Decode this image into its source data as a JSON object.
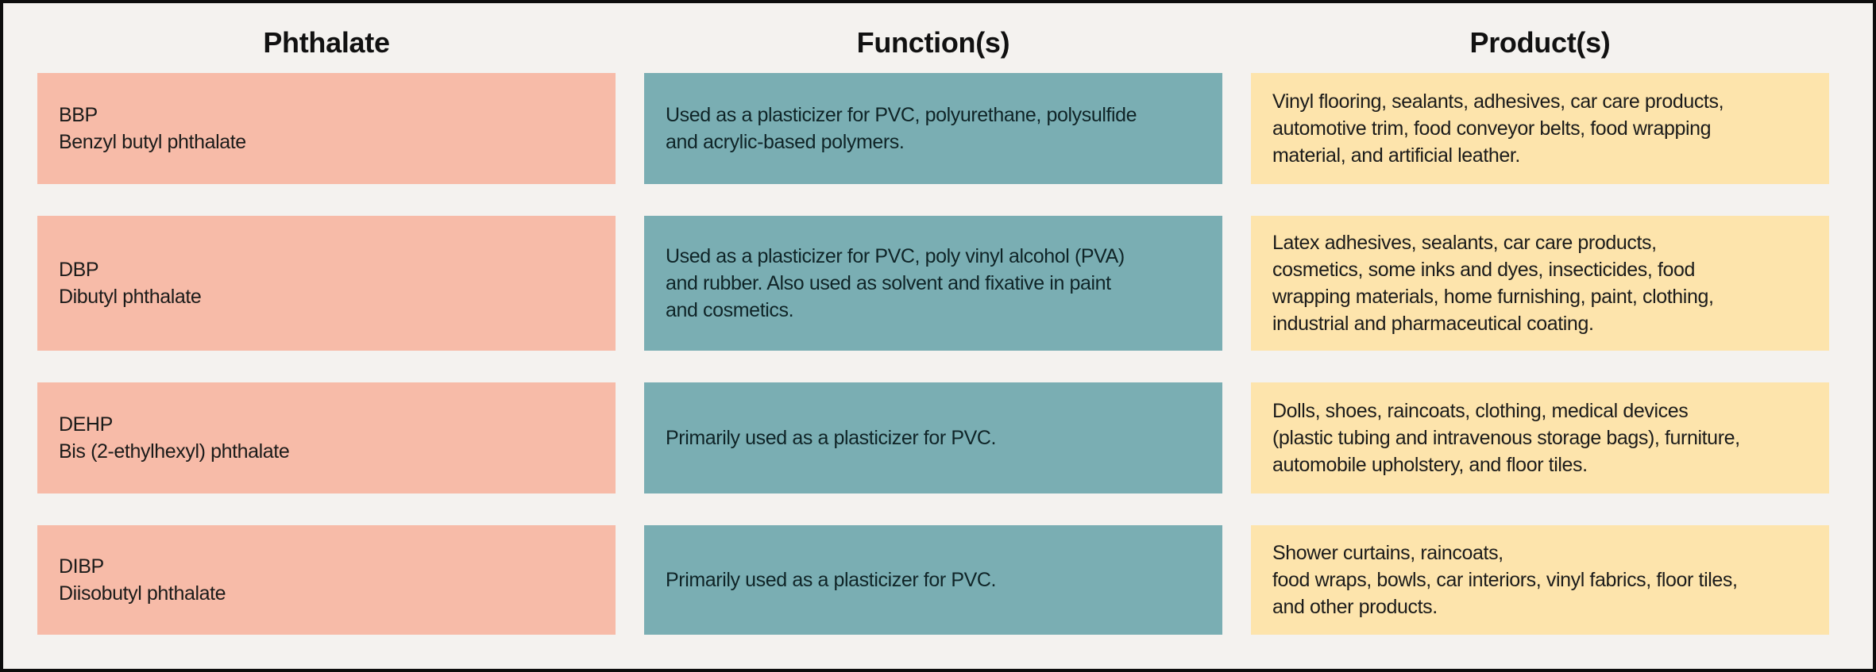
{
  "colors": {
    "background": "#f4f2ef",
    "frame_border": "#0d0d0d",
    "phthalate_cell": "#f7bba8",
    "function_cell": "#7aaeb3",
    "products_cell": "#fde4ac",
    "text": "#1b1b1a"
  },
  "chart_data": {
    "type": "table",
    "title": "",
    "columns": [
      "Phthalate",
      "Function(s)",
      "Product(s)"
    ],
    "rows": [
      {
        "phthalate_abbr": "BBP",
        "phthalate_name": "Benzyl butyl phthalate",
        "function": "Used as a plasticizer for PVC, polyurethane, polysulfide\nand acrylic-based polymers.",
        "products": "Vinyl flooring, sealants, adhesives, car care products,\nautomotive trim, food conveyor belts, food wrapping\nmaterial, and artificial leather."
      },
      {
        "phthalate_abbr": "DBP",
        "phthalate_name": "Dibutyl phthalate",
        "function": "Used as a plasticizer for PVC, poly vinyl alcohol (PVA)\nand rubber. Also used as solvent and fixative in paint\nand cosmetics.",
        "products": "Latex adhesives, sealants, car care products,\ncosmetics, some inks and dyes, insecticides, food\nwrapping materials, home furnishing, paint, clothing,\nindustrial and  pharmaceutical coating."
      },
      {
        "phthalate_abbr": "DEHP",
        "phthalate_name": "Bis (2-ethylhexyl) phthalate",
        "function": "Primarily used as a plasticizer for PVC.",
        "products": "Dolls, shoes, raincoats, clothing, medical devices\n(plastic tubing and intravenous storage bags), furniture,\nautomobile upholstery, and floor tiles."
      },
      {
        "phthalate_abbr": "DIBP",
        "phthalate_name": "Diisobutyl phthalate",
        "function": "Primarily used as a plasticizer for PVC.",
        "products": "Shower curtains, raincoats,\nfood wraps, bowls, car interiors, vinyl fabrics, floor tiles,\nand other products."
      }
    ]
  }
}
